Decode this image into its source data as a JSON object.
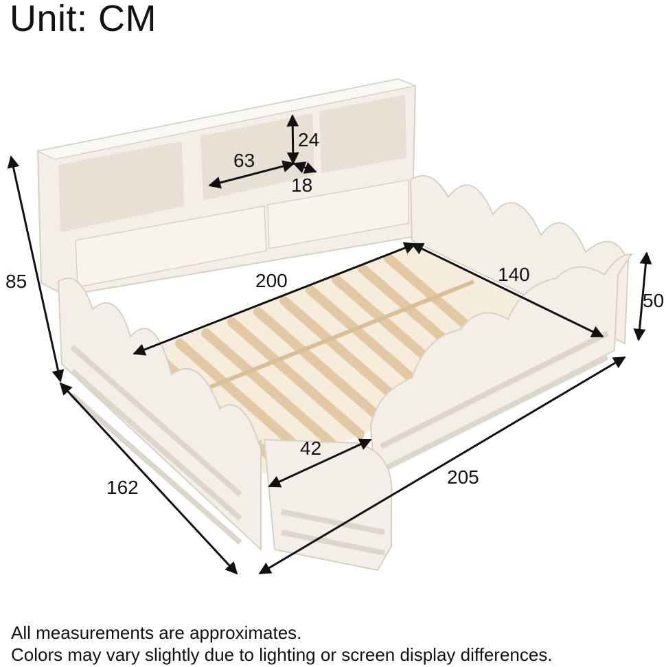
{
  "title": "Unit: CM",
  "dimensions": {
    "height_total": "85",
    "length_headboard": "200",
    "width_bed": "140",
    "height_rail": "50",
    "depth_total": "162",
    "length_total": "205",
    "gate_opening": "42",
    "shelf_width": "63",
    "shelf_height": "24",
    "shelf_depth": "18"
  },
  "notes": {
    "line1": "All measurements are approximates.",
    "line2": "Colors may vary slightly due to lighting or screen display differences."
  },
  "colors": {
    "frame": "#f3efe8",
    "frame_shadow": "#ddd6cb",
    "slat": "#efd9b8",
    "slat_edge": "#d9bf98",
    "line": "#111111"
  }
}
